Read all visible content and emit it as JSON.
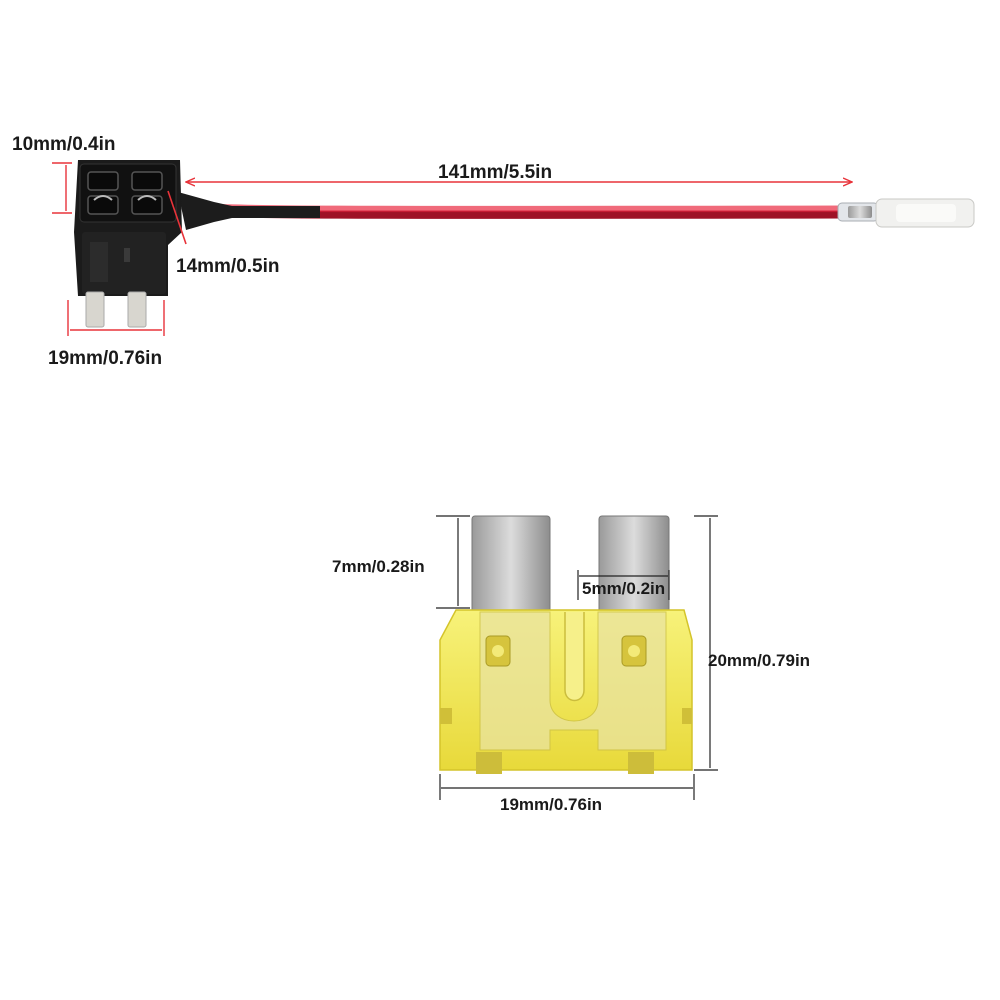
{
  "tap_adapter": {
    "dimensions": {
      "height_label": "10mm/0.4in",
      "cable_length_label": "141mm/5.5in",
      "depth_label": "14mm/0.5in",
      "width_label": "19mm/0.76in"
    }
  },
  "blade_fuse": {
    "dimensions": {
      "prong_length_label": "7mm/0.28in",
      "prong_gap_label": "5mm/0.2in",
      "total_height_label": "20mm/0.79in",
      "width_label": "19mm/0.76in"
    }
  },
  "colors": {
    "dimension_line": "#e8333a",
    "fuse_body": "#f5ee55",
    "adapter_body": "#1b1b1b",
    "wire": "#d9203a"
  }
}
